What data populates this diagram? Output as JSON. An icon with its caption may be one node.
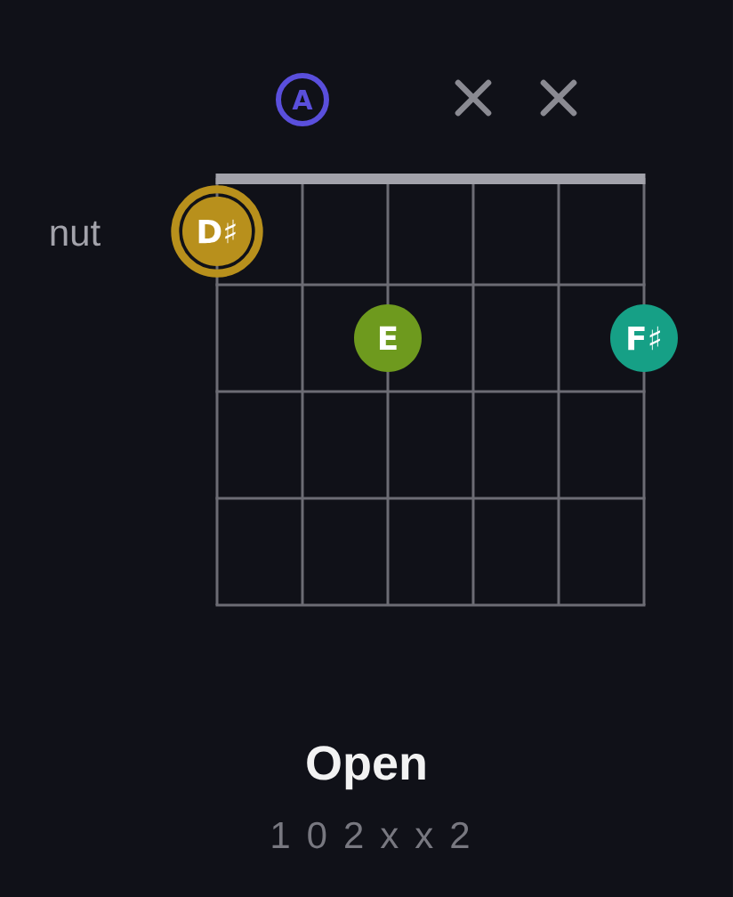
{
  "diagram": {
    "title": "Open",
    "nodes": [
      {
        "text": [
          "A"
        ]
      },
      {
        "text": [
          "D♯"
        ]
      },
      {
        "text": [
          "E"
        ]
      },
      {
        "text": [
          "F♯"
        ]
      }
    ],
    "labels": [
      "nut",
      "1 0 2 x x 2"
    ]
  }
}
